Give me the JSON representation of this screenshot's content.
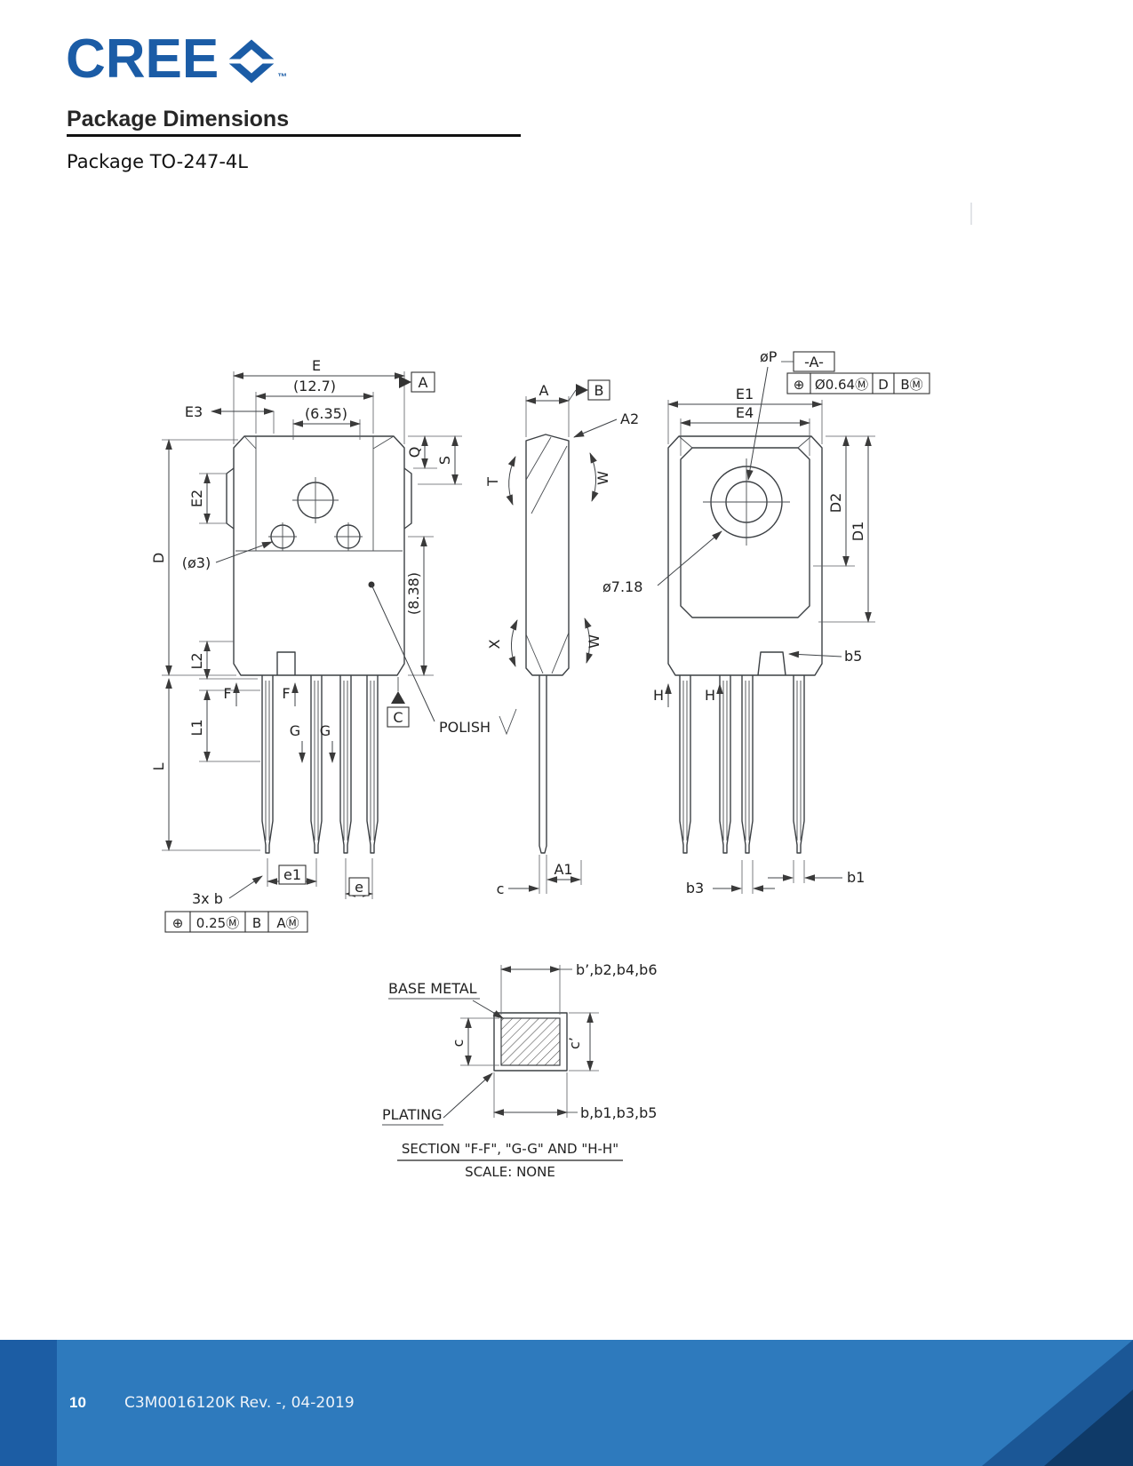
{
  "header": {
    "logo": "CREE",
    "tm": "™",
    "title": "Package Dimensions",
    "package": "Package TO-247-4L"
  },
  "front": {
    "E": "E",
    "E_ref": "(12.7)",
    "E3": "E3",
    "E3_ref": "(6.35)",
    "datum_A": "A",
    "Q": "Q",
    "S": "S",
    "E2": "E2",
    "D": "D",
    "hole_ref": "(ø3)",
    "body_ref": "(8.38)",
    "L2": "L2",
    "L1": "L1",
    "L": "L",
    "F": "F",
    "datum_C": "C",
    "polish": "POLISH",
    "G": "G",
    "e1": "e1",
    "e": "e",
    "pin_count": "3x  b",
    "fcf": {
      "sym": "⊕",
      "tol": "0.25Ⓜ",
      "datum1": "B",
      "datum2": "AⓂ"
    }
  },
  "side": {
    "A": "A",
    "datum_B": "B",
    "A2": "A2",
    "T": "T",
    "W": "W",
    "X": "X",
    "c": "c",
    "A1": "A1"
  },
  "back": {
    "P": "øP",
    "datum_A_flag": "-A-",
    "fcf": {
      "sym": "⊕",
      "tol": "Ø0.64Ⓜ",
      "datum1": "D",
      "datum2": "BⓂ"
    },
    "E1": "E1",
    "E4": "E4",
    "D2": "D2",
    "D1": "D1",
    "hole": "ø7.18",
    "b5": "b5",
    "H": "H",
    "b3": "b3",
    "b1": "b1"
  },
  "section": {
    "top_dim": "b’,b2,b4,b6",
    "base_metal": "BASE METAL",
    "c": "c",
    "c_prime": "c’",
    "plating": "PLATING",
    "bottom_dim": "b,b1,b3,b5",
    "title": "SECTION \"F-F\", \"G-G\" AND \"H-H\"",
    "scale": "SCALE: NONE"
  },
  "footer": {
    "page": "10",
    "doc": "C3M0016120K Rev. -,  04-2019"
  }
}
